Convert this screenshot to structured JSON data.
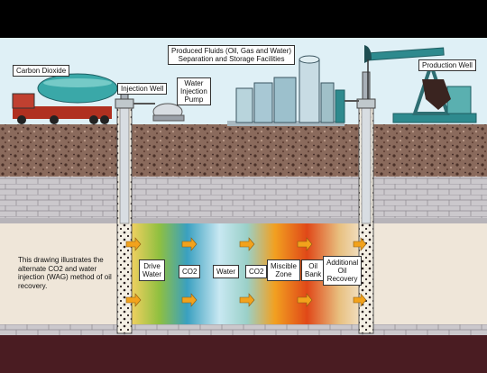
{
  "labels": {
    "carbon_dioxide": "Carbon Dioxide",
    "injection_well": "Injection Well",
    "water_injection_pump": "Water\nInjection\nPump",
    "produced_fluids": "Produced Fluids (Oil, Gas and Water)\nSeparation and Storage Facilities",
    "production_well": "Production Well"
  },
  "zones": [
    {
      "label": "Drive\nWater"
    },
    {
      "label": "CO2"
    },
    {
      "label": "Water"
    },
    {
      "label": "CO2"
    },
    {
      "label": "Miscible\nZone"
    },
    {
      "label": "Oil\nBank"
    },
    {
      "label": "Additional\nOil\nRecovery"
    }
  ],
  "note": "This drawing illustrates the alternate CO2 and water injection (WAG) method of oil recovery.",
  "colors": {
    "sky": "#dff0f6",
    "soil": "#8a6a5c",
    "stone": "#c9c6c9",
    "sand": "#efe6d9",
    "bottom_band": "#4a1c22",
    "arrow": "#f2a21c"
  }
}
